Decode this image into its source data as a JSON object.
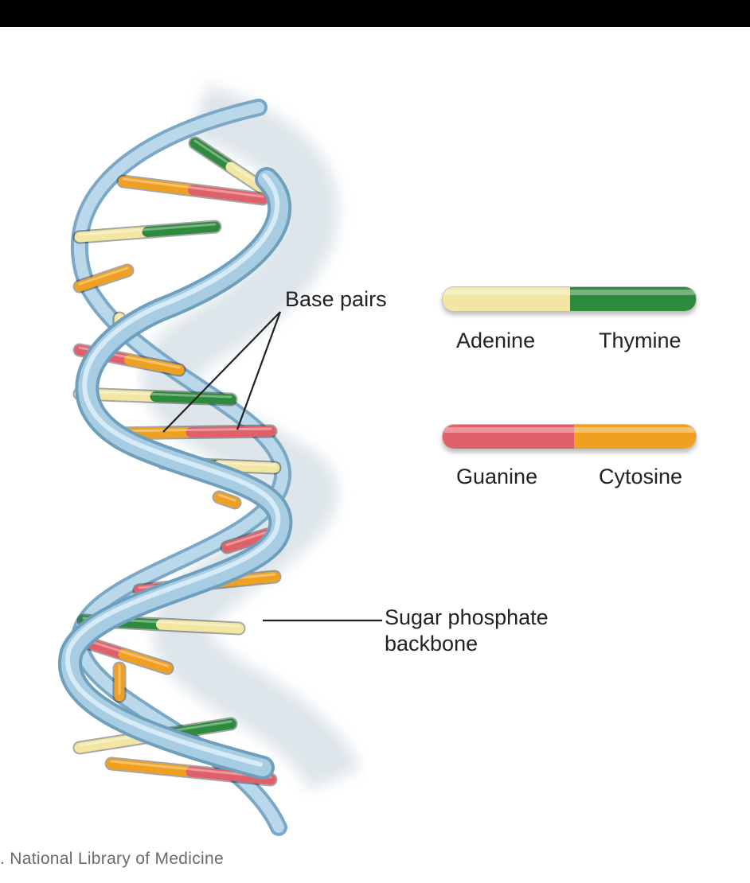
{
  "labels": {
    "base_pairs": "Base pairs",
    "sugar_phosphate_line1": "Sugar phosphate",
    "sugar_phosphate_line2": "backbone"
  },
  "legend": [
    {
      "left_name": "Adenine",
      "right_name": "Thymine",
      "left_color": "#f2e6a2",
      "right_color": "#2e8a3c"
    },
    {
      "left_name": "Guanine",
      "right_name": "Cytosine",
      "left_color": "#e0606a",
      "right_color": "#f0a020"
    }
  ],
  "credit": ". National Library of Medicine",
  "colors": {
    "backbone": "#a8cde3",
    "backbone_edge": "#6e9fbd",
    "adenine": "#f2e6a2",
    "thymine": "#2e8a3c",
    "guanine": "#e0606a",
    "cytosine": "#f0a020"
  }
}
